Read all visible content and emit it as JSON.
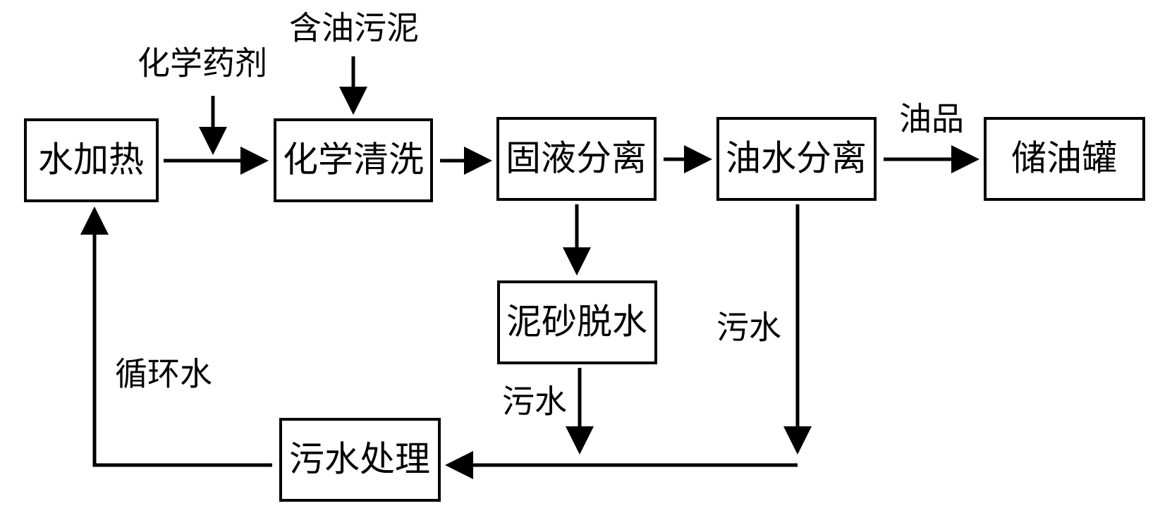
{
  "diagram": {
    "nodes": {
      "water_heating": "水加热",
      "chemical_cleaning": "化学清洗",
      "solid_liquid_separation": "固液分离",
      "oil_water_separation": "油水分离",
      "oil_storage_tank": "储油罐",
      "sand_dewatering": "泥砂脱水",
      "wastewater_treatment": "污水处理"
    },
    "labels": {
      "chemical_agent": "化学药剂",
      "oily_sludge": "含油污泥",
      "oil_product": "油品",
      "wastewater_right": "污水",
      "wastewater_mid": "污水",
      "circulating_water": "循环水"
    }
  }
}
